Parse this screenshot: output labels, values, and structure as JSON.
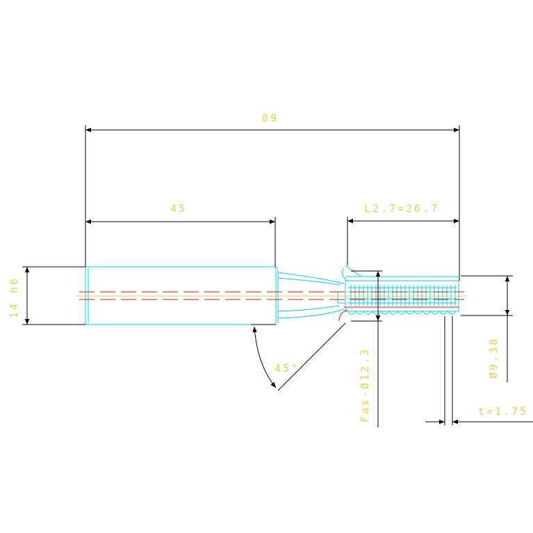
{
  "drawing": {
    "title": "",
    "dimensions": {
      "overall_length": "89",
      "shank_length": "45",
      "thread_length": "L2.7=26.7",
      "shank_diameter": "14 h6",
      "chamfer_angle": "45°",
      "chamfer_diameter": "Fas-Ø12.3",
      "minor_diameter": "Ø9.38",
      "thread_pitch": "t=1.75"
    },
    "colors": {
      "dimension_lines": "#000000",
      "part_outline": "#00d2e6",
      "centerline_hidden": "#e01010",
      "axis": "#e8d23c",
      "text": "#e6d24a",
      "background": "#ffffff"
    }
  }
}
